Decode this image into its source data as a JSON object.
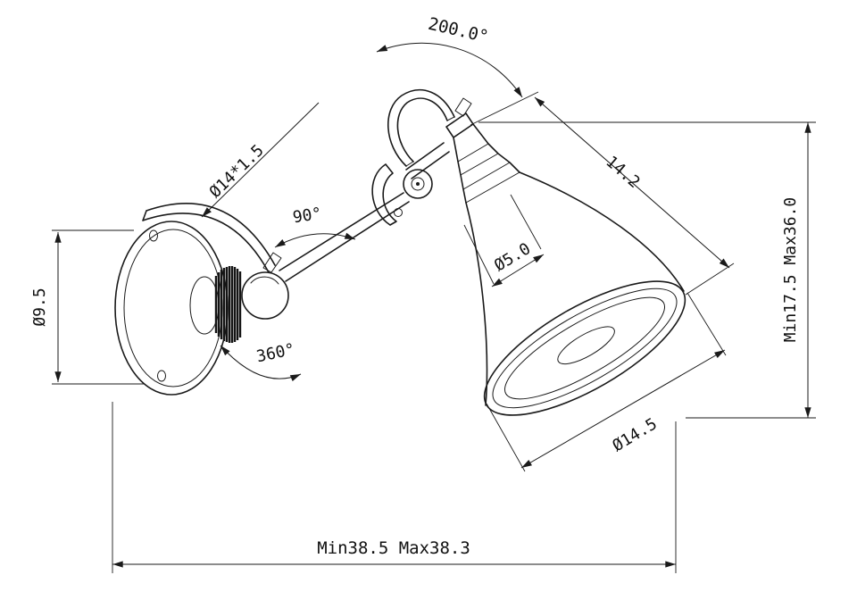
{
  "drawing": {
    "line_color": "#1a1a1a",
    "background_color": "#ffffff",
    "dimensions": {
      "head_rotation": "200.0°",
      "arm_thread": "Ø14*1.5",
      "arm_angle": "90°",
      "stem_diameter": "Ø5.0",
      "shade_depth": "14.2",
      "height_range": "Min17.5 Max36.0",
      "base_diameter": "Ø9.5",
      "base_rotation": "360°",
      "shade_diameter": "Ø14.5",
      "overall_length": "Min38.5 Max38.3"
    }
  }
}
